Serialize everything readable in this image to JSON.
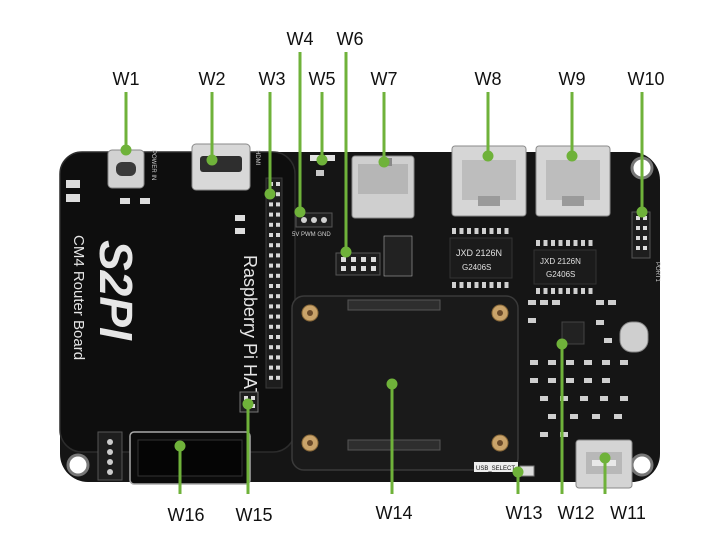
{
  "board": {
    "silkscreen_text": "CM4 Router Board",
    "brand_logo_text": "S2PI",
    "hat_text": "Raspberry Pi HAT",
    "header_small_text": "5V PWM GND",
    "usb_select_text": "USB_SELECT",
    "power_in_text": "POWER IN",
    "hdmi_text": "HDMI",
    "chip_brand_1": "JXD 2126N",
    "chip_code_1": "G2406S",
    "chip_brand_2": "JXD 2126N",
    "chip_code_2": "G2406S",
    "port_text": "PORT1",
    "colors": {
      "pcb": "#141414",
      "silk": "#e6e6e6",
      "callout_line": "#6fb23a",
      "metal": "#cfcfcf",
      "gold_pad": "#c9a36a"
    }
  },
  "callouts": [
    {
      "id": "W1",
      "label": "W1"
    },
    {
      "id": "W2",
      "label": "W2"
    },
    {
      "id": "W3",
      "label": "W3"
    },
    {
      "id": "W4",
      "label": "W4"
    },
    {
      "id": "W5",
      "label": "W5"
    },
    {
      "id": "W6",
      "label": "W6"
    },
    {
      "id": "W7",
      "label": "W7"
    },
    {
      "id": "W8",
      "label": "W8"
    },
    {
      "id": "W9",
      "label": "W9"
    },
    {
      "id": "W10",
      "label": "W10"
    },
    {
      "id": "W11",
      "label": "W11"
    },
    {
      "id": "W12",
      "label": "W12"
    },
    {
      "id": "W13",
      "label": "W13"
    },
    {
      "id": "W14",
      "label": "W14"
    },
    {
      "id": "W15",
      "label": "W15"
    },
    {
      "id": "W16",
      "label": "W16"
    }
  ]
}
